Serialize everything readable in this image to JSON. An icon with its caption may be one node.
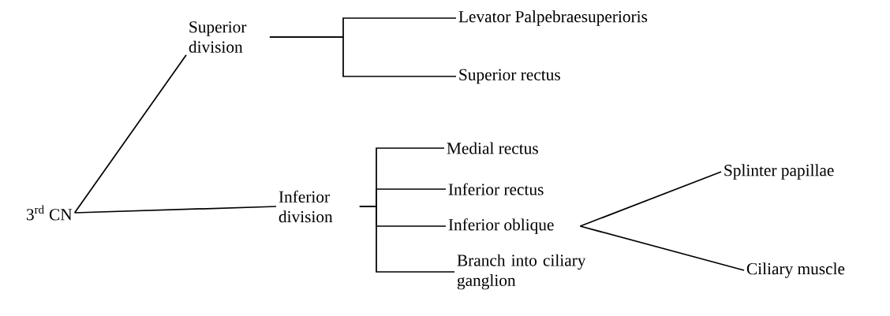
{
  "diagram": {
    "nodes": [
      {
        "text": [
          "3$^{rd}$ CN"
        ]
      },
      {
        "text": [
          "Superior division"
        ]
      },
      {
        "text": [
          "Inferior division"
        ]
      },
      {
        "text": [
          "Levator Palpebraesuperioris"
        ]
      },
      {
        "text": [
          "Superior rectus"
        ]
      },
      {
        "text": [
          "Medial rectus"
        ]
      },
      {
        "text": [
          "Inferior rectus"
        ]
      },
      {
        "text": [
          "Inferior oblique"
        ]
      },
      {
        "text": [
          "Branch into ciliary ganglion"
        ]
      },
      {
        "text": [
          "Splinter papillae"
        ]
      },
      {
        "text": [
          "Ciliary muscle"
        ]
      }
    ],
    "edges": [
      {
        "from": 0,
        "to": 1,
        "arrow": "none"
      },
      {
        "from": 0,
        "to": 2,
        "arrow": "none"
      },
      {
        "from": 1,
        "to": 3,
        "arrow": "none"
      },
      {
        "from": 1,
        "to": 4,
        "arrow": "none"
      },
      {
        "from": 2,
        "to": 5,
        "arrow": "none"
      },
      {
        "from": 2,
        "to": 6,
        "arrow": "none"
      },
      {
        "from": 2,
        "to": 7,
        "arrow": "none"
      },
      {
        "from": 2,
        "to": 8,
        "arrow": "none"
      },
      {
        "from": 7,
        "to": 9,
        "arrow": "none"
      },
      {
        "from": 7,
        "to": 10,
        "arrow": "none"
      }
    ]
  }
}
